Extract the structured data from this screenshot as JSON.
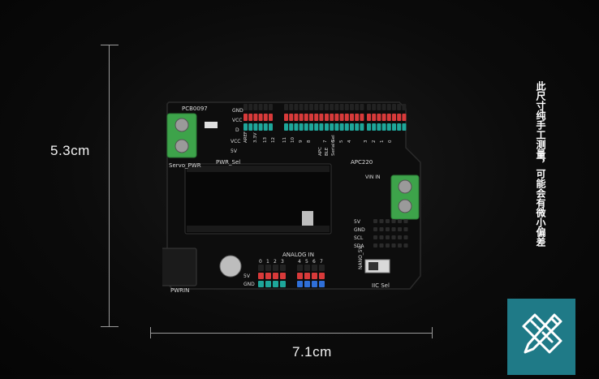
{
  "dimensions": {
    "height_label": "5.3cm",
    "width_label": "7.1cm"
  },
  "note": "此尺寸纯手工测量，可能会有微小偏差",
  "board": {
    "model": "PCB0097",
    "servo": "Servo_PWR",
    "pwr_sel": "PWR_Sel",
    "pwrin": "PWRIN",
    "analog": "ANALOG IN",
    "apc": "APC220",
    "iic": "IIC Sel",
    "vin_in": "VIN IN",
    "row_gnd": "GND",
    "row_vcc": "VCC",
    "row_d": "D",
    "digital_labels": [
      "AREF",
      "3.3V",
      "13",
      "12",
      "11",
      "10",
      "9",
      "8",
      "7",
      "6",
      "5",
      "4",
      "3",
      "2",
      "1",
      "0"
    ],
    "analog_nums": [
      "0",
      "1",
      "2",
      "3",
      "4",
      "5",
      "6",
      "7"
    ],
    "iic_labels": [
      "5V",
      "GND",
      "SCL",
      "SDA"
    ],
    "side_labels": [
      "APC",
      "BLE",
      "Serial Sel"
    ],
    "pwr_labels": [
      "VCC",
      "5V"
    ],
    "low_labels": [
      "5V",
      "GND"
    ],
    "nano": "NANO_5V",
    "colors": {
      "red": "#d83a3a",
      "teal": "#1ea69a",
      "blue": "#2f6fd8",
      "terminal": "#3da34a",
      "pcb": "#0d0d0d"
    }
  },
  "icons": {
    "corner": "ruler-pencil-icon"
  }
}
